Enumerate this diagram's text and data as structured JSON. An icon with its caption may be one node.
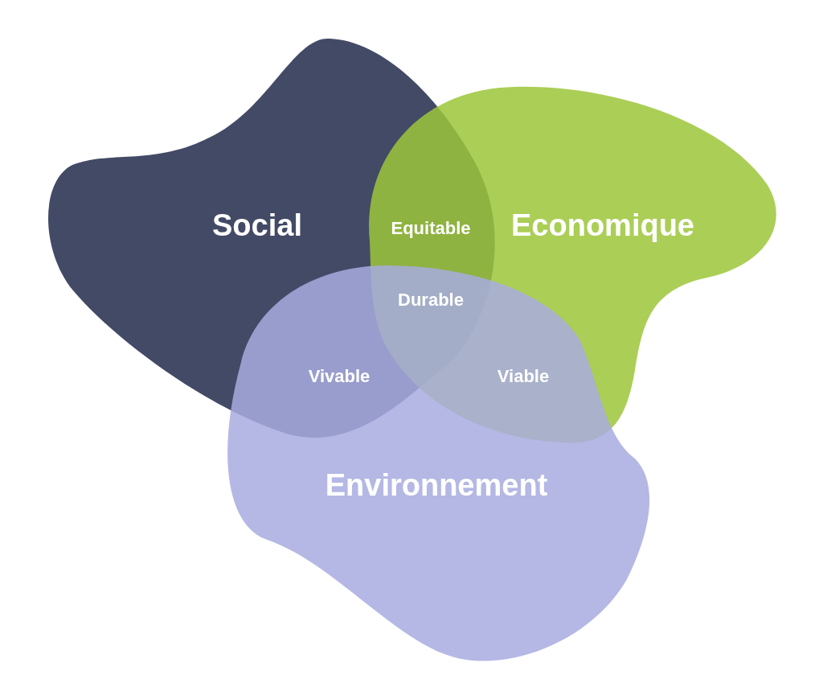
{
  "diagram": {
    "nodes": [
      {
        "text": [
          "Social"
        ]
      },
      {
        "text": [
          "Economique"
        ]
      },
      {
        "text": [
          "Environnement"
        ]
      }
    ],
    "labels": [
      "Equitable",
      "Durable",
      "Vivable",
      "Viable"
    ]
  }
}
